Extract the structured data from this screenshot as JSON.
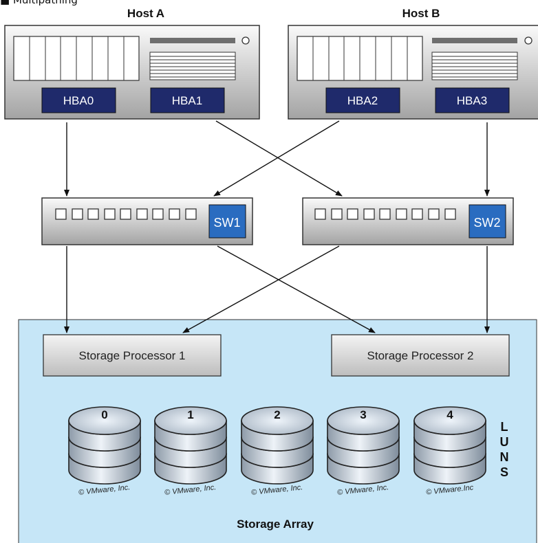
{
  "caption": "■ Multipathing",
  "hosts": [
    {
      "label": "Host A",
      "hbas": [
        "HBA0",
        "HBA1"
      ]
    },
    {
      "label": "Host B",
      "hbas": [
        "HBA2",
        "HBA3"
      ]
    }
  ],
  "switches": [
    {
      "label": "SW1"
    },
    {
      "label": "SW2"
    }
  ],
  "storage_processors": [
    {
      "label": "Storage Processor 1"
    },
    {
      "label": "Storage Processor 2"
    }
  ],
  "luns": [
    {
      "label": "0",
      "copyright": "© VMware, Inc."
    },
    {
      "label": "1",
      "copyright": "© VMware, Inc."
    },
    {
      "label": "2",
      "copyright": "© VMware, Inc."
    },
    {
      "label": "3",
      "copyright": "© VMware, Inc."
    },
    {
      "label": "4",
      "copyright": "© VMware.Inc"
    }
  ],
  "lun_label": [
    "L",
    "U",
    "N",
    "S"
  ],
  "storage_array": {
    "label": "Storage Array"
  },
  "colors": {
    "hba": "#1f2a6b",
    "switch_badge": "#2a6cc0",
    "array_bg": "#c6e6f7",
    "box_gradient_top": "#ffffff",
    "box_gradient_bottom": "#9a9a9a"
  }
}
